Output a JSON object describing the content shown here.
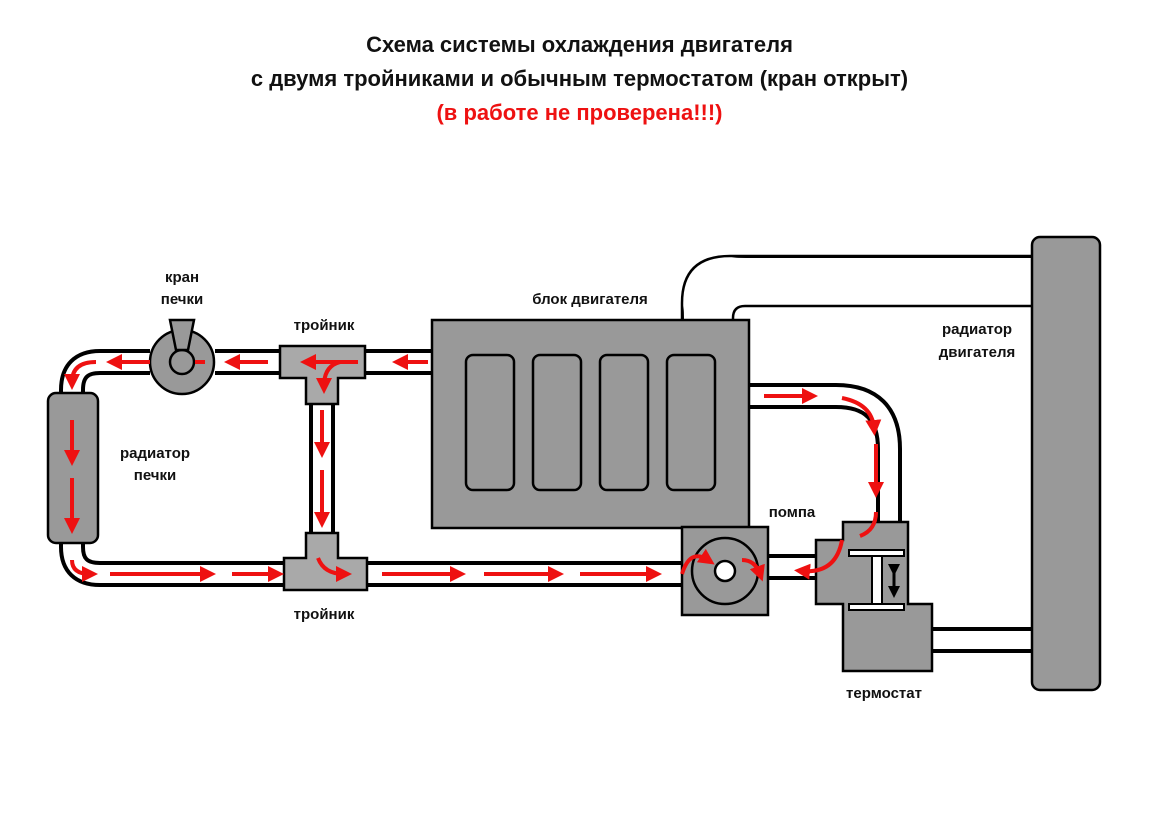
{
  "title": {
    "line1": "Схема системы охлаждения двигателя",
    "line2": "с двумя тройниками и обычным термостатом (кран открыт)",
    "warning": "(в работе не проверена!!!)"
  },
  "labels": {
    "heater_valve_1": "кран",
    "heater_valve_2": "печки",
    "tee_top": "тройник",
    "tee_bottom": "тройник",
    "engine_block": "блок двигателя",
    "engine_radiator_1": "радиатор",
    "engine_radiator_2": "двигателя",
    "heater_radiator_1": "радиатор",
    "heater_radiator_2": "печки",
    "pump": "помпа",
    "thermostat": "термостат"
  },
  "colors": {
    "flow": "#ee1111",
    "components": "#999999",
    "outline": "#000000",
    "warning_text": "#ee1111"
  }
}
